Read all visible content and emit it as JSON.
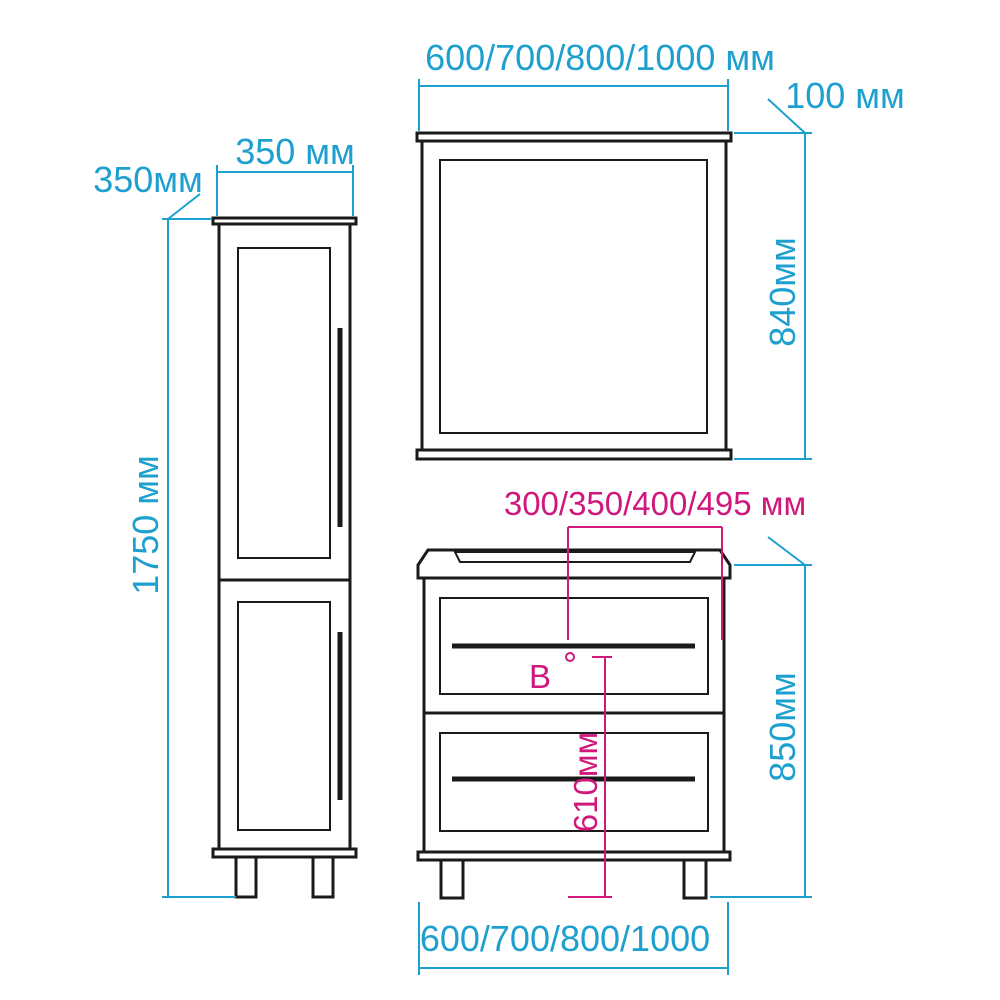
{
  "mirror": {
    "width_label": "600/700/800/1000  мм",
    "depth_label": "100 мм",
    "height_label": "840мм"
  },
  "column": {
    "width_label": "350 мм",
    "depth_label": "350мм",
    "height_label": "1750 мм"
  },
  "vanity": {
    "bowl_label": "300/350/400/495 мм",
    "height_label": "850мм",
    "width_label": "600/700/800/1000",
    "outlet_label": "610мм",
    "water_marker": "B"
  },
  "colors": {
    "dimension": "#1ea0cf",
    "plumbing": "#d0187c",
    "outline": "#1a1a1a"
  }
}
